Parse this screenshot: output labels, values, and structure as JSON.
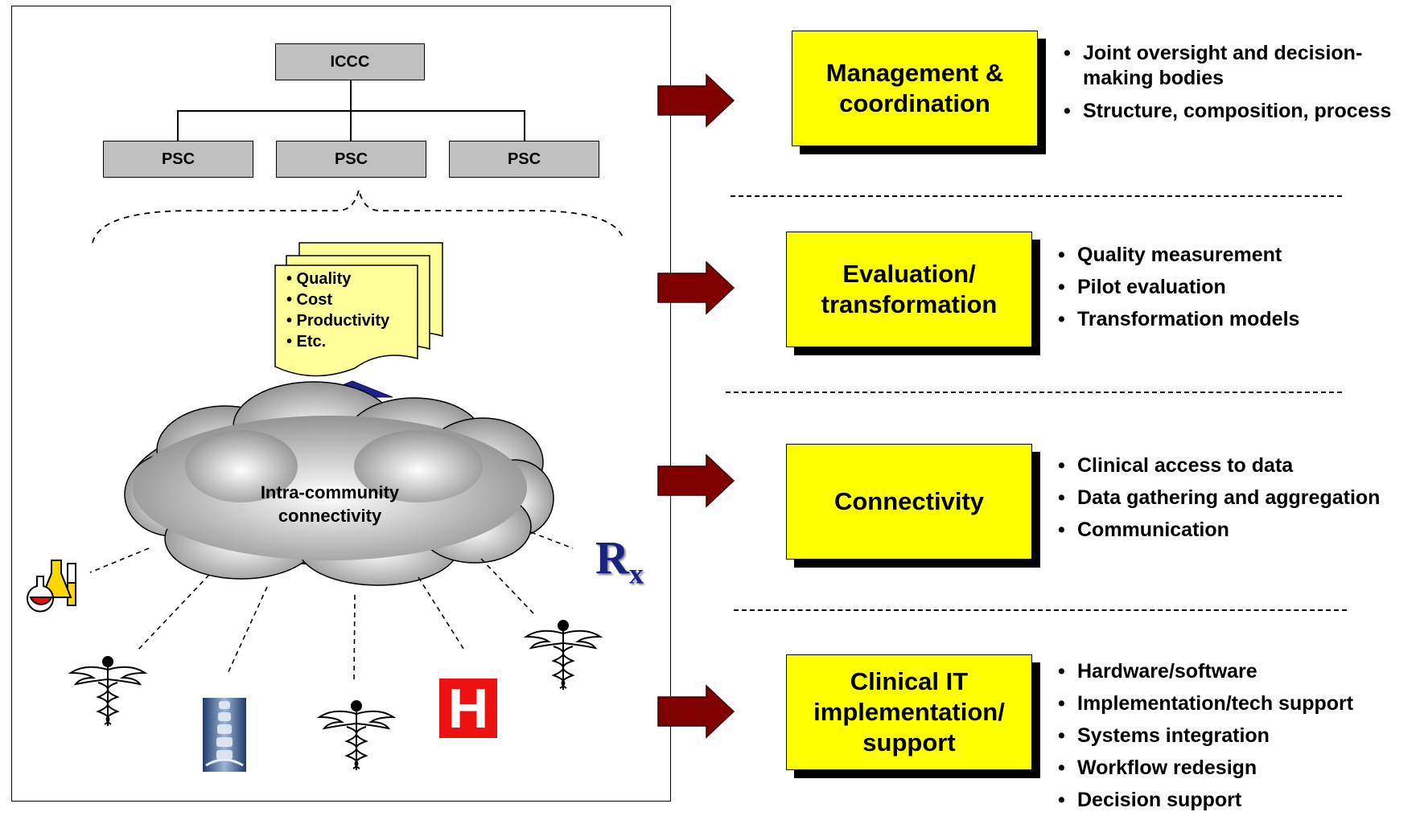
{
  "org_chart": {
    "top": "ICCC",
    "children": [
      "PSC",
      "PSC",
      "PSC"
    ]
  },
  "document_stack": {
    "items": [
      "• Quality",
      "• Cost",
      "• Productivity",
      "• Etc."
    ]
  },
  "cloud": {
    "label_line1": "Intra-community",
    "label_line2": "connectivity"
  },
  "icons": [
    "lab-flask-icon",
    "caduceus-icon",
    "xray-icon",
    "caduceus-icon",
    "hospital-icon",
    "caduceus-icon",
    "rx-icon"
  ],
  "rx_text": {
    "r": "R",
    "x": "x"
  },
  "hospital_text": "H",
  "colors": {
    "box_fill": "#ffff00",
    "arrow_red": "#800000",
    "arrow_blue": "#1f1f8f",
    "org_box": "#c0c0c0",
    "doc_fill": "#ffff99"
  },
  "sections": [
    {
      "title": "Management &\ncoordination",
      "bullets": [
        "Joint oversight and decision-making bodies",
        "Structure, composition, process"
      ]
    },
    {
      "title": "Evaluation/\ntransformation",
      "bullets": [
        "Quality measurement",
        "Pilot evaluation",
        "Transformation models"
      ]
    },
    {
      "title": "Connectivity",
      "bullets": [
        "Clinical access to data",
        "Data gathering and aggregation",
        "Communication"
      ]
    },
    {
      "title": "Clinical IT\nimplementation/\nsupport",
      "bullets": [
        "Hardware/software",
        "Implementation/tech support",
        "Systems integration",
        "Workflow redesign",
        "Decision support"
      ]
    }
  ]
}
